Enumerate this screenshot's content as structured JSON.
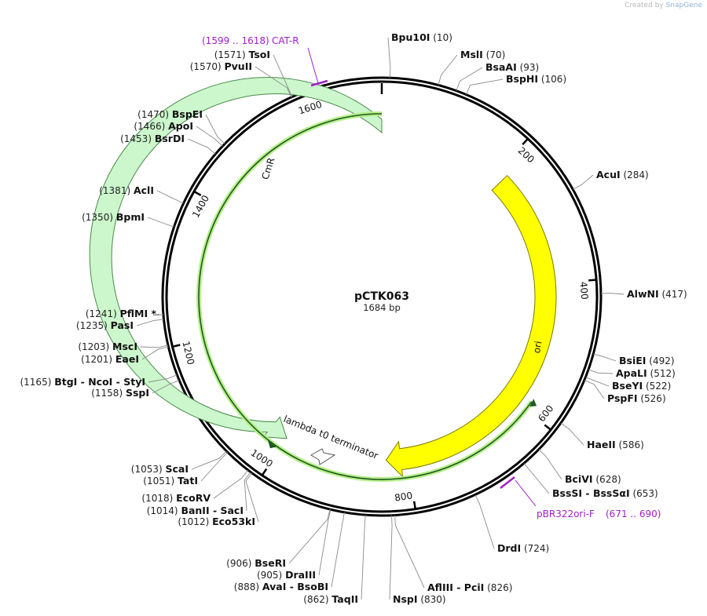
{
  "watermark": {
    "prefix": "Created by",
    "brand": "SnapGene"
  },
  "plasmid": {
    "name": "pCTK063",
    "length_label": "1684 bp",
    "total_bp": 1684
  },
  "ticks": [
    "200",
    "400",
    "600",
    "800",
    "1000",
    "1200",
    "1400",
    "1600"
  ],
  "features": {
    "cmr": {
      "label": "CmR",
      "fill": "#ccf7cc"
    },
    "ori": {
      "label": "ori",
      "fill": "#ffff00"
    },
    "terminator": {
      "label": "lambda t0 terminator",
      "fill": "#ffffff"
    }
  },
  "primers": {
    "catr": {
      "name": "CAT-R",
      "range": "(1599 .. 1618)",
      "color": "#a020c8"
    },
    "pbr": {
      "name": "pBR322ori-F",
      "range": "(671 .. 690)",
      "color": "#a020c8"
    }
  },
  "sites": [
    {
      "name": "Bpu10I",
      "pos": "(10)"
    },
    {
      "name": "MslI",
      "pos": "(70)"
    },
    {
      "name": "BsaAI",
      "pos": "(93)"
    },
    {
      "name": "BspHI",
      "pos": "(106)"
    },
    {
      "name": "AcuI",
      "pos": "(284)"
    },
    {
      "name": "AlwNI",
      "pos": "(417)"
    },
    {
      "name": "BsiEI",
      "pos": "(492)"
    },
    {
      "name": "ApaLI",
      "pos": "(512)"
    },
    {
      "name": "BseYI",
      "pos": "(522)"
    },
    {
      "name": "PspFI",
      "pos": "(526)"
    },
    {
      "name": "HaeII",
      "pos": "(586)"
    },
    {
      "name": "BciVI",
      "pos": "(628)"
    },
    {
      "name": "BssSI - BssSαI",
      "pos": "(653)"
    },
    {
      "name": "DrdI",
      "pos": "(724)"
    },
    {
      "name": "AflIII - PciI",
      "pos": "(826)"
    },
    {
      "name": "NspI",
      "pos": "(830)"
    },
    {
      "name": "TaqII",
      "pos": "(862)"
    },
    {
      "name": "AvaI - BsoBI",
      "pos": "(888)"
    },
    {
      "name": "DraIII",
      "pos": "(905)"
    },
    {
      "name": "BseRI",
      "pos": "(906)"
    },
    {
      "name": "Eco53kI",
      "pos": "(1012)"
    },
    {
      "name": "BanII - SacI",
      "pos": "(1014)"
    },
    {
      "name": "EcoRV",
      "pos": "(1018)"
    },
    {
      "name": "TatI",
      "pos": "(1051)"
    },
    {
      "name": "ScaI",
      "pos": "(1053)"
    },
    {
      "name": "SspI",
      "pos": "(1158)"
    },
    {
      "name": "BtgI - NcoI - StyI",
      "pos": "(1165)"
    },
    {
      "name": "EaeI",
      "pos": "(1201)"
    },
    {
      "name": "MscI",
      "pos": "(1203)"
    },
    {
      "name": "PasI",
      "pos": "(1235)"
    },
    {
      "name": "PflMI *",
      "pos": "(1241)"
    },
    {
      "name": "BpmI",
      "pos": "(1350)"
    },
    {
      "name": "AclI",
      "pos": "(1381)"
    },
    {
      "name": "BsrDI",
      "pos": "(1453)"
    },
    {
      "name": "ApoI",
      "pos": "(1466)"
    },
    {
      "name": "BspEI",
      "pos": "(1470)"
    },
    {
      "name": "PvuII",
      "pos": "(1570)"
    },
    {
      "name": "TsoI",
      "pos": "(1571)"
    }
  ]
}
